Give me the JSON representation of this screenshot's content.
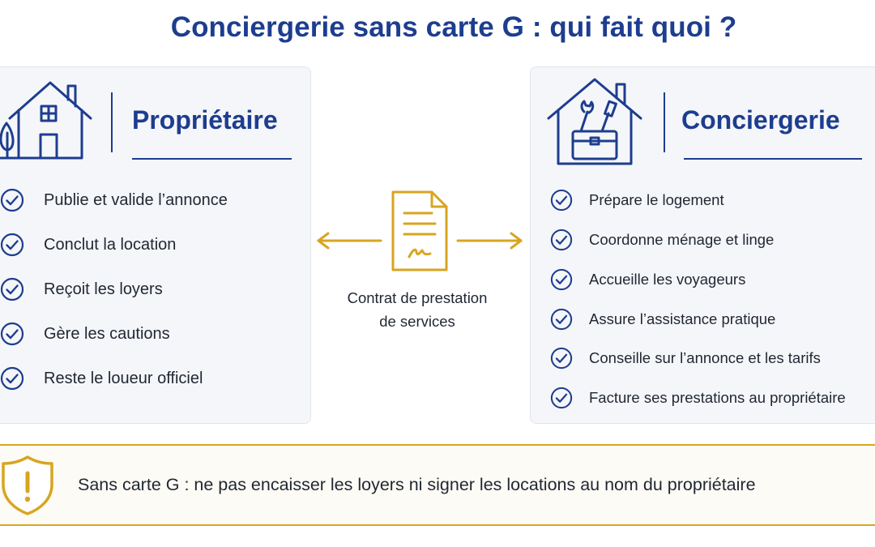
{
  "title": "Conciergerie sans carte G : qui fait quoi ?",
  "colors": {
    "navy": "#1d3d8f",
    "gold": "#d8a520",
    "text": "#1f2733",
    "panel_background": "#f5f6f9"
  },
  "left_panel": {
    "title": "Propriétaire",
    "icon": "house-icon",
    "items": [
      "Publie et valide l’annonce",
      "Conclut la location",
      "Reçoit les loyers",
      "Gère les cautions",
      "Reste le loueur officiel"
    ]
  },
  "center": {
    "icon": "contract-document-icon",
    "label_line1": "Contrat de prestation",
    "label_line2": "de services"
  },
  "right_panel": {
    "title": "Conciergerie",
    "icon": "house-toolbox-icon",
    "items": [
      "Prépare le logement",
      "Coordonne ménage et linge",
      "Accueille les voyageurs",
      "Assure l’assistance pratique",
      "Conseille sur l’annonce et les tarifs",
      "Facture ses prestations au propriétaire"
    ]
  },
  "warning": {
    "icon": "warning-shield-icon",
    "text": "Sans carte G : ne pas encaisser les loyers ni signer les locations au nom du propriétaire"
  }
}
